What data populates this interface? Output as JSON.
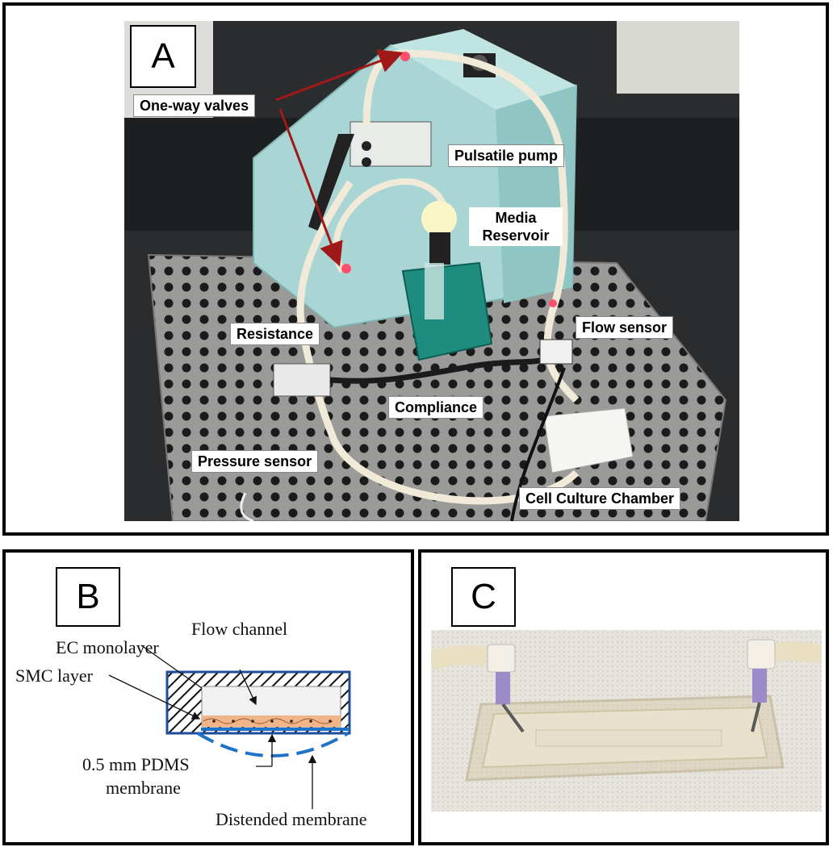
{
  "panel_a": {
    "letter": "A",
    "labels": {
      "one_way_valves": "One-way valves",
      "pulsatile_pump": "Pulsatile pump",
      "media_reservoir_line1": "Media",
      "media_reservoir_line2": "Reservoir",
      "resistance": "Resistance",
      "flow_sensor": "Flow sensor",
      "compliance": "Compliance",
      "pressure_sensor": "Pressure sensor",
      "cell_culture_chamber": "Cell Culture Chamber"
    },
    "arrow_color": "#a01818"
  },
  "panel_b": {
    "letter": "B",
    "labels": {
      "flow_channel": "Flow channel",
      "ec_monolayer": "EC monolayer",
      "smc_layer": "SMC layer",
      "pdms_line1": "0.5 mm PDMS",
      "pdms_line2": "membrane",
      "distended_membrane": "Distended membrane"
    },
    "colors": {
      "outline": "#1f4e9c",
      "membrane": "#1e73c8",
      "smc": "#f2b58a"
    }
  },
  "panel_c": {
    "letter": "C"
  }
}
